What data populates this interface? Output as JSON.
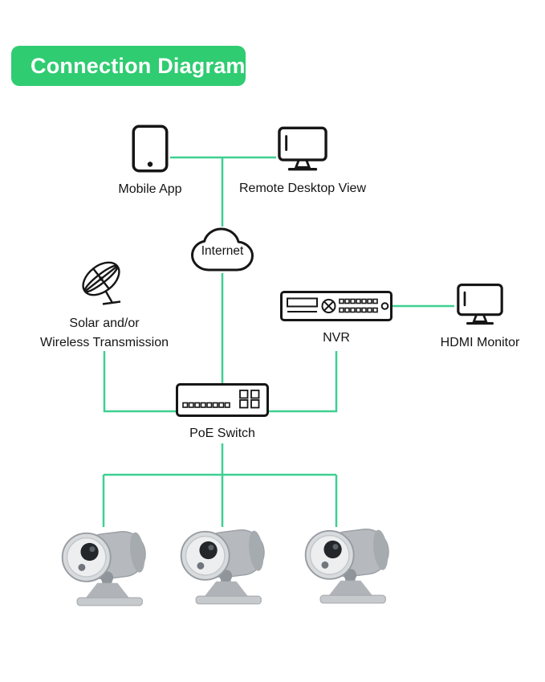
{
  "header": {
    "title": "Connection Diagram"
  },
  "colors": {
    "accent_green": "#2FCC71",
    "line_green": "#3FD092",
    "icon_stroke": "#161616",
    "label_text": "#141414",
    "background": "#FFFFFF"
  },
  "nodes": {
    "mobile_app": {
      "label": "Mobile App",
      "icon": "tablet-icon"
    },
    "remote_desktop": {
      "label": "Remote Desktop View",
      "icon": "desktop-monitor-icon"
    },
    "internet": {
      "label": "Internet",
      "icon": "cloud-icon"
    },
    "solar": {
      "label_line1": "Solar and/or",
      "label_line2": "Wireless Transmission",
      "icon": "satellite-dish-icon"
    },
    "nvr": {
      "label": "NVR",
      "icon": "nvr-recorder-icon"
    },
    "hdmi_monitor": {
      "label": "HDMI Monitor",
      "icon": "desktop-monitor-icon"
    },
    "poe_switch": {
      "label": "PoE Switch",
      "icon": "poe-switch-icon"
    },
    "cameras": {
      "count": 3,
      "icon": "security-camera-icon"
    }
  },
  "connections": [
    {
      "from": "mobile_app",
      "to": "internet"
    },
    {
      "from": "remote_desktop",
      "to": "internet"
    },
    {
      "from": "internet",
      "to": "poe_switch"
    },
    {
      "from": "solar",
      "to": "poe_switch"
    },
    {
      "from": "nvr",
      "to": "poe_switch"
    },
    {
      "from": "nvr",
      "to": "hdmi_monitor"
    },
    {
      "from": "poe_switch",
      "to": "camera_1"
    },
    {
      "from": "poe_switch",
      "to": "camera_2"
    },
    {
      "from": "poe_switch",
      "to": "camera_3"
    }
  ]
}
